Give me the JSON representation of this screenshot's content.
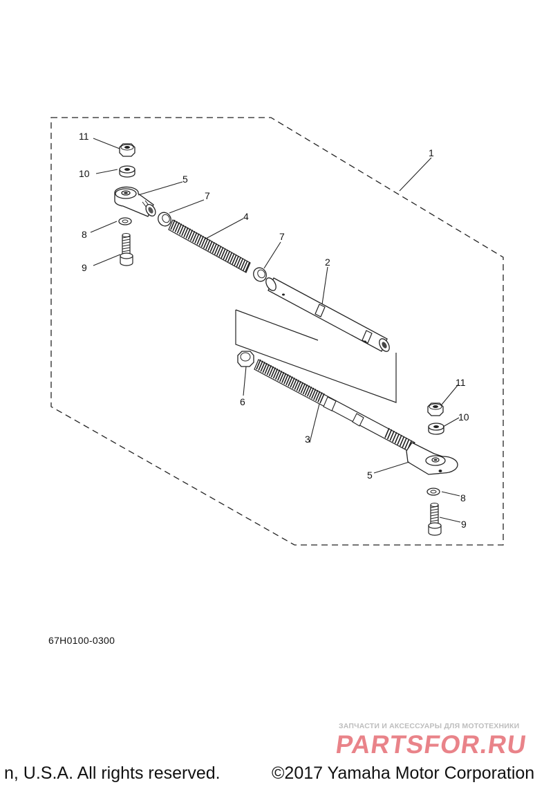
{
  "diagram": {
    "part_code": "67H0100-0300",
    "callouts": {
      "c1": "1",
      "c2": "2",
      "c3": "3",
      "c4": "4",
      "c5": "5",
      "c5b": "5",
      "c6": "6",
      "c7": "7",
      "c7b": "7",
      "c8": "8",
      "c8b": "8",
      "c9": "9",
      "c9b": "9",
      "c10": "10",
      "c10b": "10",
      "c11": "11",
      "c11b": "11"
    }
  },
  "footer": {
    "copyright_left": "n, U.S.A. All rights reserved.",
    "copyright_right": "©2017 Yamaha Motor Corporation"
  },
  "watermark": {
    "tagline": "ЗАПЧАСТИ И АКСЕССУАРЫ ДЛЯ МОТОТЕХНИКИ",
    "logo": "PARTSFOR.RU",
    "logo_color": "#d81e2a"
  }
}
